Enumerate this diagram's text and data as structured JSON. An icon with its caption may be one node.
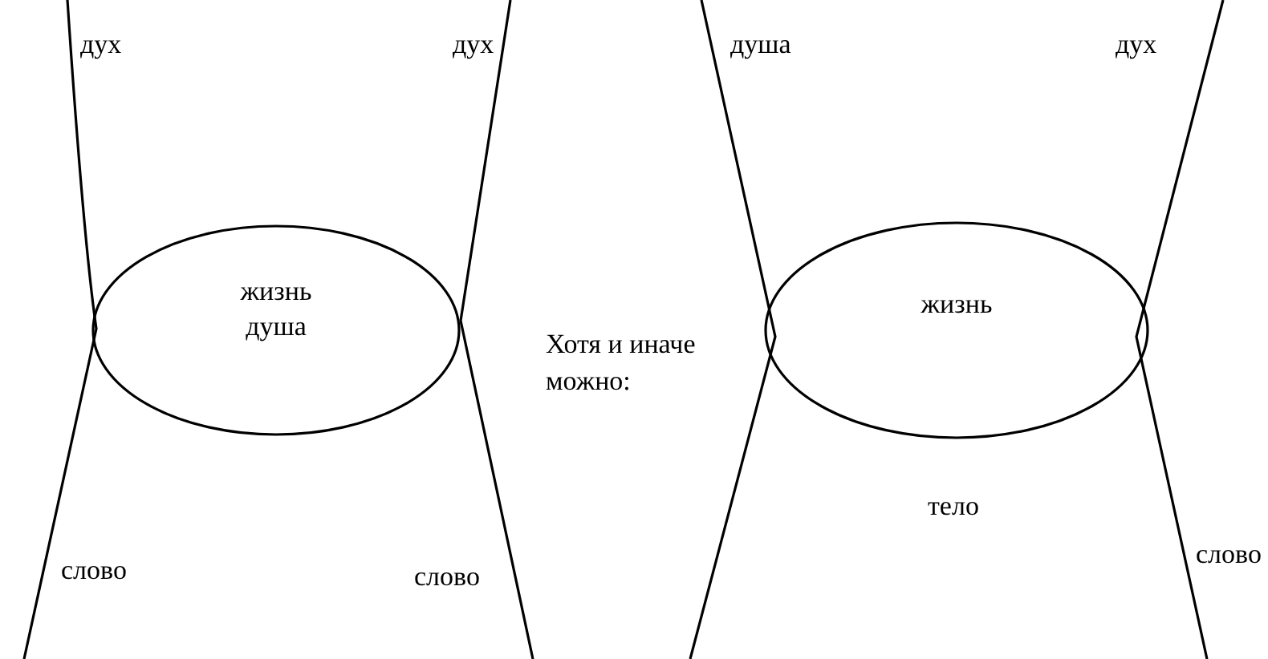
{
  "diagram": {
    "nodes": [
      {
        "text": [
          "жизнь",
          "душа"
        ]
      },
      {
        "text": [
          "жизнь"
        ]
      }
    ],
    "labels": [
      "дух",
      "дух",
      "Хотя и иначе можно:",
      "душа",
      "дух",
      "слово",
      "слово",
      "тело",
      "слово"
    ]
  }
}
